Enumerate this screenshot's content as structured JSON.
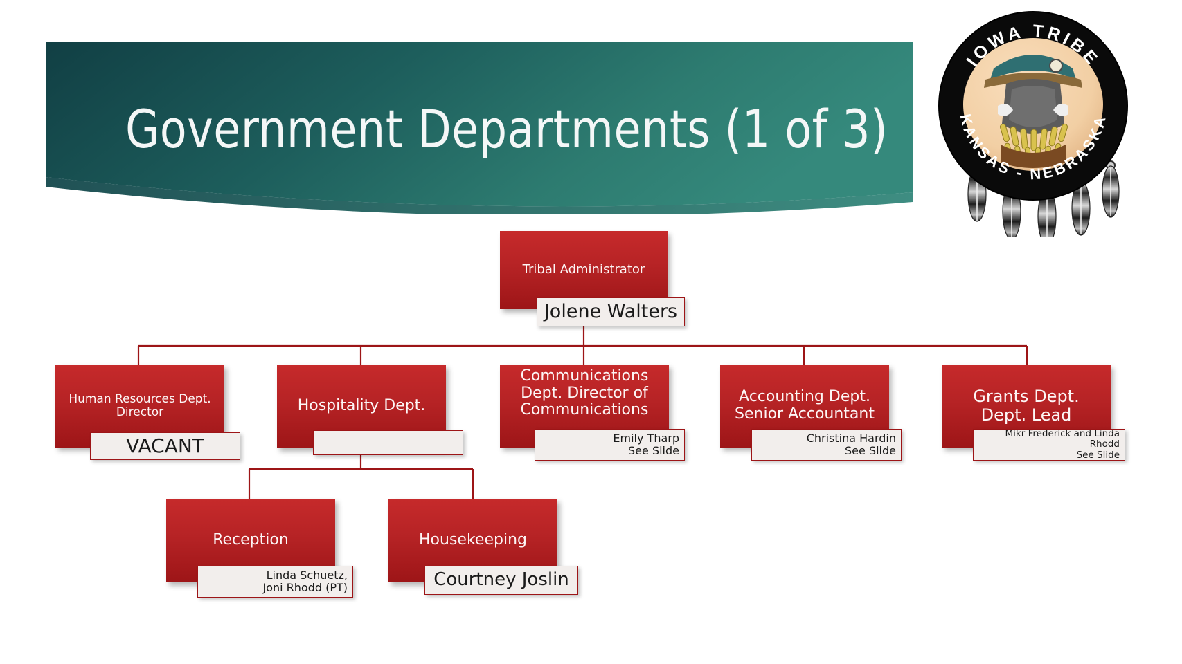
{
  "slide": {
    "title": "Government Departments (1 of 3)",
    "banner_color_dark": "#134f4f",
    "banner_color_light": "#2f7f75",
    "node_color_top": "#c62a2b",
    "node_color_bottom": "#9d1517",
    "callout_bg": "#f2eeec"
  },
  "logo": {
    "name": "iowa-tribe-seal",
    "top_text": "IOWA TRIBE",
    "bottom_text": "KANSAS - NEBRASKA"
  },
  "org": {
    "root": {
      "title": "Tribal Administrator",
      "person": "Jolene Walters"
    },
    "departments": [
      {
        "title": "Human Resources Dept.\nDirector",
        "person": "VACANT",
        "note": ""
      },
      {
        "title": "Hospitality Dept.",
        "person": "",
        "note": ""
      },
      {
        "title": "Communications Dept.\nDirector of Communications",
        "person": "Emily Tharp",
        "note": "See Slide"
      },
      {
        "title": "Accounting Dept.\nSenior Accountant",
        "person": "Christina Hardin",
        "note": "See Slide"
      },
      {
        "title": "Grants Dept.\nDept. Lead",
        "person": "Mikr Frederick and Linda Rhodd",
        "note": "See Slide"
      }
    ],
    "hospitality_children": [
      {
        "title": "Reception",
        "person": "Linda Schuetz,\nJoni Rhodd (PT)"
      },
      {
        "title": "Housekeeping",
        "person": "Courtney Joslin"
      }
    ]
  }
}
